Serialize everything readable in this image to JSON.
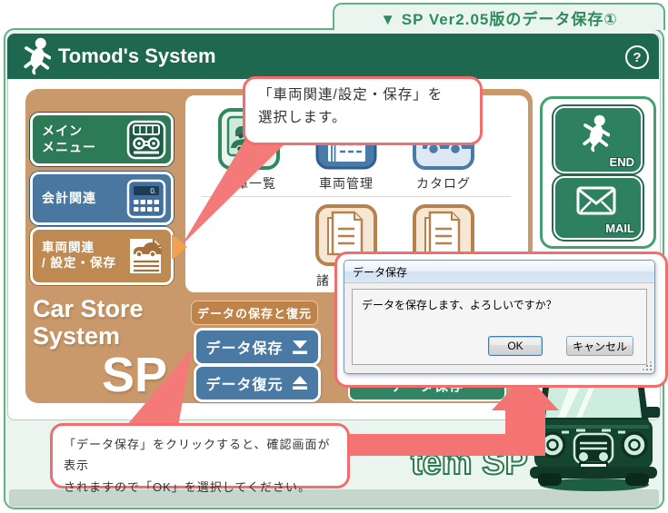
{
  "meta": {
    "tab_title": "▼ SP Ver2.05版のデータ保存①"
  },
  "header": {
    "brand": "Tomod's System",
    "help": "?"
  },
  "sidebar": {
    "items": [
      {
        "label": "メイン\nメニュー"
      },
      {
        "label": "会計関連",
        "display": "0."
      },
      {
        "label": "車両関連\n/ 設定・保存"
      }
    ]
  },
  "content": {
    "icons": [
      {
        "label": "在庫一覧"
      },
      {
        "label": "車両管理"
      },
      {
        "label": "カタログ"
      }
    ],
    "partial_label": "諸"
  },
  "save_section": {
    "title": "データの保存と復元",
    "save_label": "データ保存",
    "restore_label": "データ復元"
  },
  "main_button": {
    "label": "データ保存"
  },
  "right_panel": {
    "end_label": "END",
    "mail_label": "MAIL"
  },
  "branding": {
    "line1": "Car Store",
    "line2": "System",
    "line3": "SP",
    "watermark": "tem SP"
  },
  "dialog": {
    "title": "データ保存",
    "message": "データを保存します、よろしいですか？",
    "ok": "OK",
    "cancel": "キャンセル"
  },
  "callouts": {
    "bubble1": "「車両関連/設定・保存」を\n選択します。",
    "bubble2": "「データ保存」をクリックすると、確認画面が表示\nされますので「OK」を選択してください。"
  },
  "colors": {
    "header_green": "#1f6850",
    "tan": "#c9996b",
    "blue": "#4a79a4",
    "callout_red": "#f26d6d",
    "mint": "#e9f5ee",
    "button_green": "#2e8663"
  }
}
